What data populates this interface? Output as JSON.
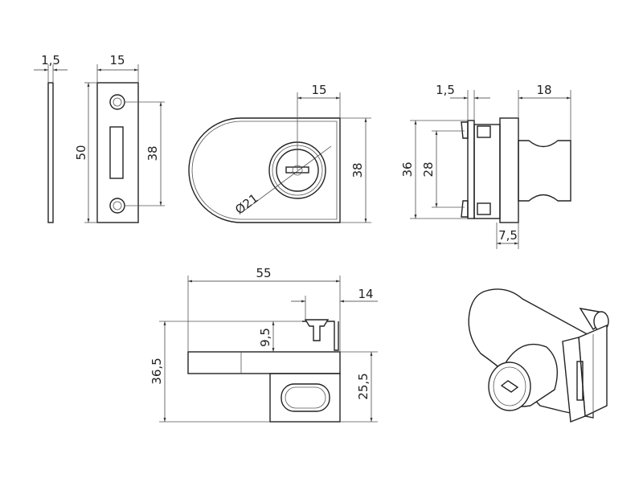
{
  "dimensions": {
    "plate_thickness": "1,5",
    "strike_width": "15",
    "strike_height": "50",
    "strike_hole_spacing": "38",
    "front_offset": "15",
    "front_height": "38",
    "cylinder_diameter": "Ø21",
    "side_plate_thickness": "1,5",
    "side_knob_depth": "18",
    "side_height": "36",
    "side_pin_spacing": "28",
    "side_block_depth": "7,5",
    "bottom_length": "55",
    "bottom_screw_offset": "14",
    "bottom_total_height": "36,5",
    "bottom_screw_height": "9,5",
    "bottom_block_height": "25,5"
  }
}
